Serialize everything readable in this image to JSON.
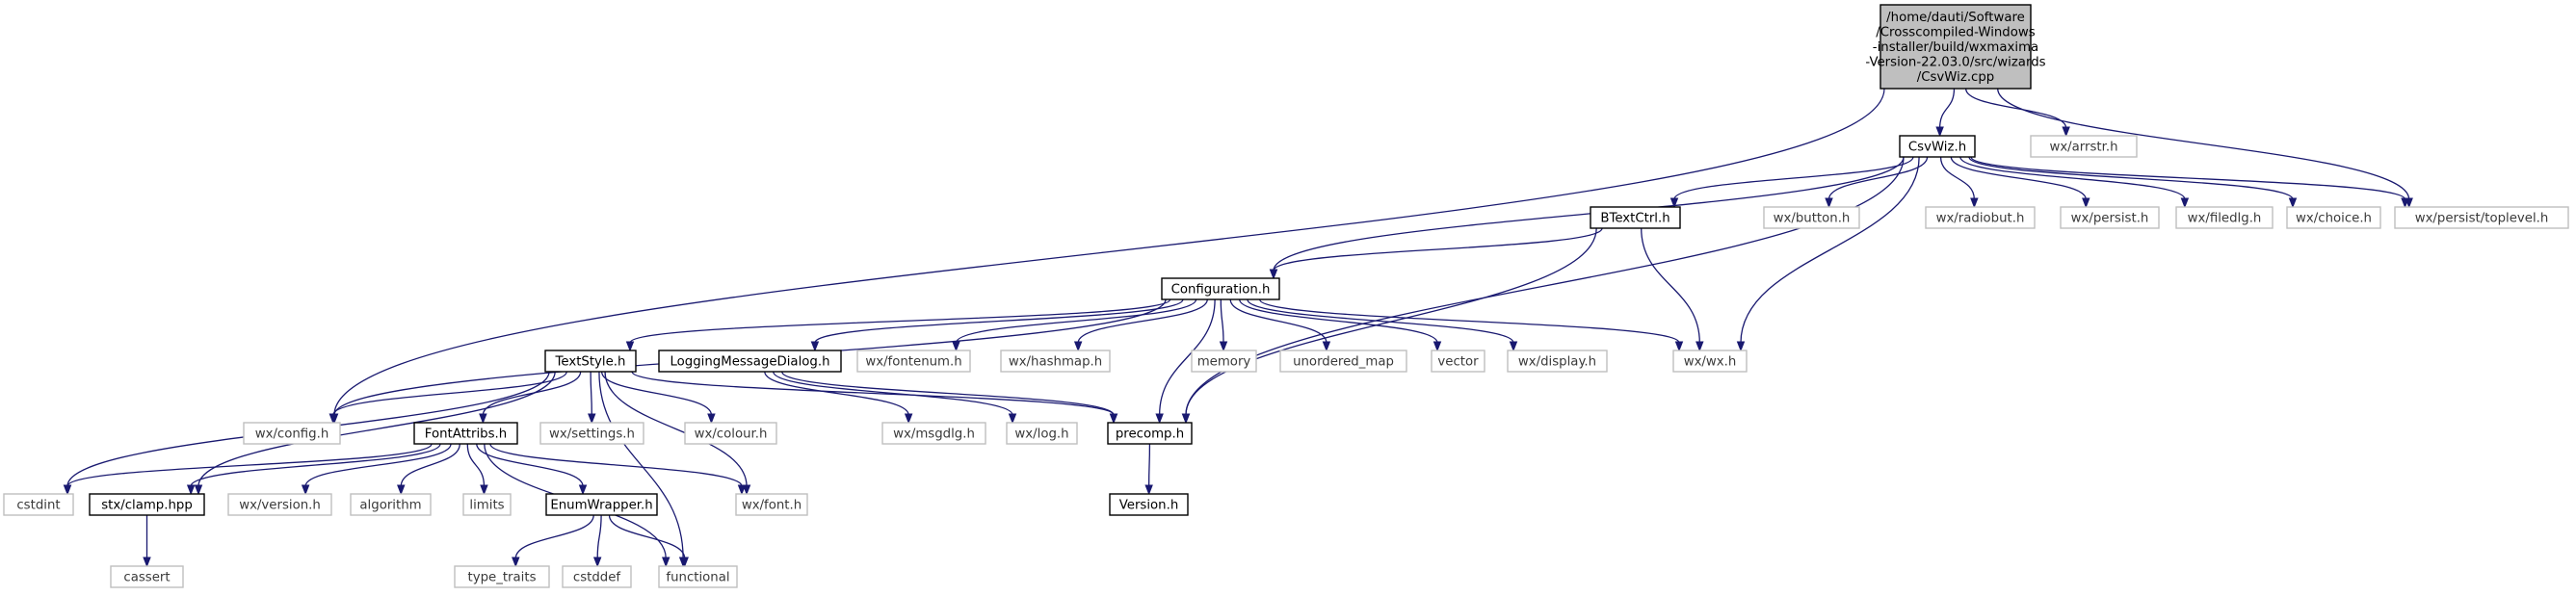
{
  "root": {
    "label_lines": [
      "/home/dauti/Software",
      "/Crosscompiled-Windows",
      "-installer/build/wxmaxima",
      "-Version-22.03.0/src/wizards",
      "/CsvWiz.cpp"
    ]
  },
  "nodes": [
    {
      "id": "csvwiz_h",
      "label": "CsvWiz.h",
      "kind": "doc"
    },
    {
      "id": "wx_arrstr_h",
      "label": "wx/arrstr.h",
      "kind": "sys"
    },
    {
      "id": "btextctrl_h",
      "label": "BTextCtrl.h",
      "kind": "doc"
    },
    {
      "id": "wx_button_h",
      "label": "wx/button.h",
      "kind": "sys"
    },
    {
      "id": "wx_radiobut_h",
      "label": "wx/radiobut.h",
      "kind": "sys"
    },
    {
      "id": "wx_persist_h",
      "label": "wx/persist.h",
      "kind": "sys"
    },
    {
      "id": "wx_filedlg_h",
      "label": "wx/filedlg.h",
      "kind": "sys"
    },
    {
      "id": "wx_choice_h",
      "label": "wx/choice.h",
      "kind": "sys"
    },
    {
      "id": "wx_persist_toplevel_h",
      "label": "wx/persist/toplevel.h",
      "kind": "sys"
    },
    {
      "id": "configuration_h",
      "label": "Configuration.h",
      "kind": "doc"
    },
    {
      "id": "textstyle_h",
      "label": "TextStyle.h",
      "kind": "doc"
    },
    {
      "id": "loggingmessagedialog_h",
      "label": "LoggingMessageDialog.h",
      "kind": "doc"
    },
    {
      "id": "wx_fontenum_h",
      "label": "wx/fontenum.h",
      "kind": "sys"
    },
    {
      "id": "wx_hashmap_h",
      "label": "wx/hashmap.h",
      "kind": "sys"
    },
    {
      "id": "memory",
      "label": "memory",
      "kind": "sys"
    },
    {
      "id": "unordered_map",
      "label": "unordered_map",
      "kind": "sys"
    },
    {
      "id": "vector",
      "label": "vector",
      "kind": "sys"
    },
    {
      "id": "wx_display_h",
      "label": "wx/display.h",
      "kind": "sys"
    },
    {
      "id": "wx_wx_h",
      "label": "wx/wx.h",
      "kind": "sys"
    },
    {
      "id": "wx_config_h",
      "label": "wx/config.h",
      "kind": "sys"
    },
    {
      "id": "fontattribs_h",
      "label": "FontAttribs.h",
      "kind": "doc"
    },
    {
      "id": "wx_settings_h",
      "label": "wx/settings.h",
      "kind": "sys"
    },
    {
      "id": "wx_colour_h",
      "label": "wx/colour.h",
      "kind": "sys"
    },
    {
      "id": "wx_msgdlg_h",
      "label": "wx/msgdlg.h",
      "kind": "sys"
    },
    {
      "id": "wx_log_h",
      "label": "wx/log.h",
      "kind": "sys"
    },
    {
      "id": "precomp_h",
      "label": "precomp.h",
      "kind": "doc"
    },
    {
      "id": "cstdint",
      "label": "cstdint",
      "kind": "sys"
    },
    {
      "id": "stx_clamp_hpp",
      "label": "stx/clamp.hpp",
      "kind": "doc"
    },
    {
      "id": "wx_version_h",
      "label": "wx/version.h",
      "kind": "sys"
    },
    {
      "id": "algorithm",
      "label": "algorithm",
      "kind": "sys"
    },
    {
      "id": "limits",
      "label": "limits",
      "kind": "sys"
    },
    {
      "id": "enumwrapper_h",
      "label": "EnumWrapper.h",
      "kind": "doc"
    },
    {
      "id": "wx_font_h",
      "label": "wx/font.h",
      "kind": "sys"
    },
    {
      "id": "version_h",
      "label": "Version.h",
      "kind": "doc"
    },
    {
      "id": "cassert",
      "label": "cassert",
      "kind": "sys"
    },
    {
      "id": "type_traits",
      "label": "type_traits",
      "kind": "sys"
    },
    {
      "id": "cstddef",
      "label": "cstddef",
      "kind": "sys"
    },
    {
      "id": "functional",
      "label": "functional",
      "kind": "sys"
    }
  ],
  "edges": [
    [
      "root",
      "csvwiz_h"
    ],
    [
      "root",
      "wx_arrstr_h"
    ],
    [
      "root",
      "wx_config_h"
    ],
    [
      "root",
      "wx_persist_toplevel_h"
    ],
    [
      "csvwiz_h",
      "btextctrl_h"
    ],
    [
      "csvwiz_h",
      "wx_button_h"
    ],
    [
      "csvwiz_h",
      "wx_radiobut_h"
    ],
    [
      "csvwiz_h",
      "wx_persist_h"
    ],
    [
      "csvwiz_h",
      "wx_filedlg_h"
    ],
    [
      "csvwiz_h",
      "wx_choice_h"
    ],
    [
      "csvwiz_h",
      "wx_persist_toplevel_h"
    ],
    [
      "csvwiz_h",
      "configuration_h"
    ],
    [
      "csvwiz_h",
      "wx_wx_h"
    ],
    [
      "csvwiz_h",
      "precomp_h"
    ],
    [
      "btextctrl_h",
      "configuration_h"
    ],
    [
      "btextctrl_h",
      "wx_wx_h"
    ],
    [
      "btextctrl_h",
      "precomp_h"
    ],
    [
      "configuration_h",
      "textstyle_h"
    ],
    [
      "configuration_h",
      "loggingmessagedialog_h"
    ],
    [
      "configuration_h",
      "wx_fontenum_h"
    ],
    [
      "configuration_h",
      "wx_hashmap_h"
    ],
    [
      "configuration_h",
      "memory"
    ],
    [
      "configuration_h",
      "unordered_map"
    ],
    [
      "configuration_h",
      "vector"
    ],
    [
      "configuration_h",
      "wx_display_h"
    ],
    [
      "configuration_h",
      "wx_wx_h"
    ],
    [
      "configuration_h",
      "wx_config_h"
    ],
    [
      "configuration_h",
      "precomp_h"
    ],
    [
      "textstyle_h",
      "wx_config_h"
    ],
    [
      "textstyle_h",
      "fontattribs_h"
    ],
    [
      "textstyle_h",
      "wx_settings_h"
    ],
    [
      "textstyle_h",
      "wx_colour_h"
    ],
    [
      "textstyle_h",
      "precomp_h"
    ],
    [
      "textstyle_h",
      "wx_font_h"
    ],
    [
      "textstyle_h",
      "cstdint"
    ],
    [
      "textstyle_h",
      "stx_clamp_hpp"
    ],
    [
      "textstyle_h",
      "functional"
    ],
    [
      "loggingmessagedialog_h",
      "wx_msgdlg_h"
    ],
    [
      "loggingmessagedialog_h",
      "wx_log_h"
    ],
    [
      "loggingmessagedialog_h",
      "precomp_h"
    ],
    [
      "fontattribs_h",
      "cstdint"
    ],
    [
      "fontattribs_h",
      "stx_clamp_hpp"
    ],
    [
      "fontattribs_h",
      "wx_version_h"
    ],
    [
      "fontattribs_h",
      "algorithm"
    ],
    [
      "fontattribs_h",
      "limits"
    ],
    [
      "fontattribs_h",
      "enumwrapper_h"
    ],
    [
      "fontattribs_h",
      "wx_font_h"
    ],
    [
      "fontattribs_h",
      "functional"
    ],
    [
      "precomp_h",
      "version_h"
    ],
    [
      "stx_clamp_hpp",
      "cassert"
    ],
    [
      "enumwrapper_h",
      "type_traits"
    ],
    [
      "enumwrapper_h",
      "cstddef"
    ],
    [
      "enumwrapper_h",
      "functional"
    ]
  ]
}
